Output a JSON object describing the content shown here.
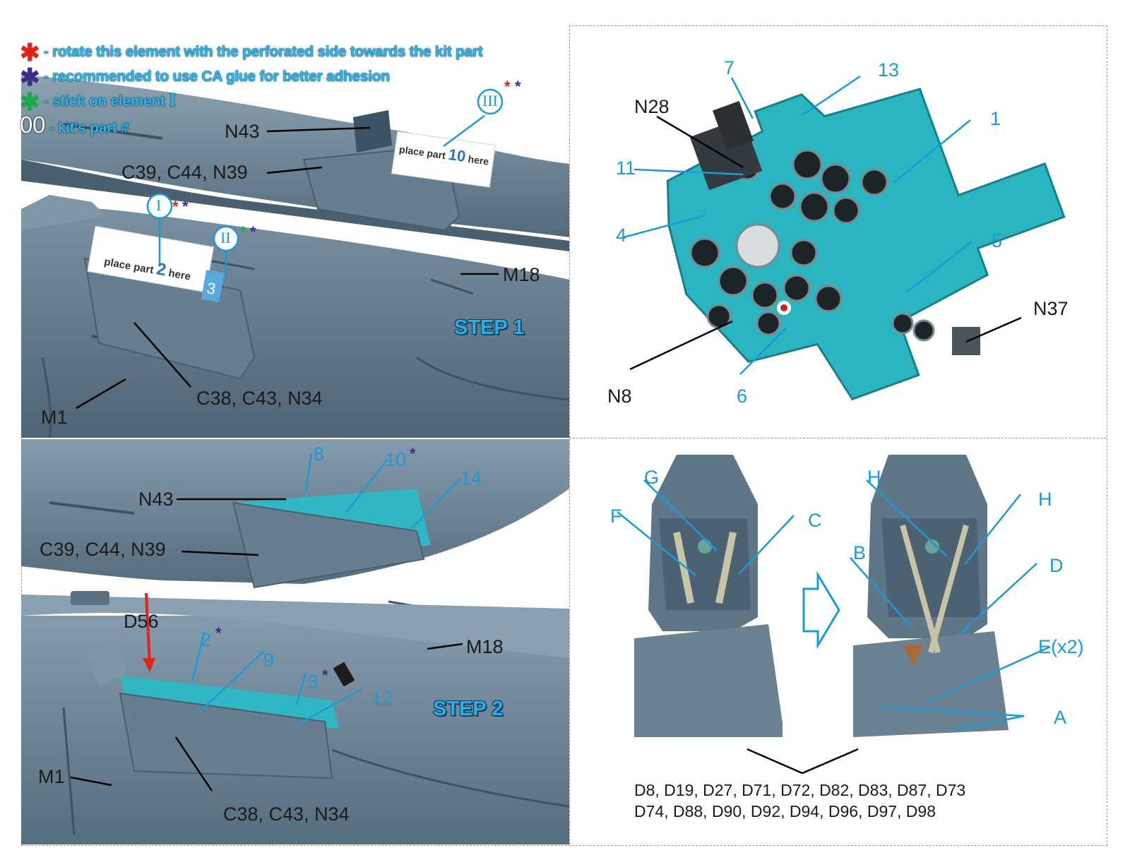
{
  "legend": {
    "rows": [
      {
        "star_color": "#e2231a",
        "text": "- rotate this element with the perforated side towards the kit part"
      },
      {
        "star_color": "#3a2d8f",
        "text": "- recommended to use CA glue for better adhesion"
      },
      {
        "star_color": "#1fa84a",
        "text": "- stick on element"
      },
      {
        "badge": "00",
        "text": "- kit's part #"
      }
    ],
    "stick_element": "I"
  },
  "step1": {
    "title": "STEP 1",
    "labels": {
      "n43": "N43",
      "c39": "C39, C44, N39",
      "m18": "M18",
      "m1": "M1",
      "c38": "C38, C43, N34"
    },
    "markers": {
      "i": "I",
      "ii": "II",
      "iii": "III"
    },
    "notes": {
      "part10": "place part",
      "part10_num": "10",
      "part10_tail": "here",
      "part2": "place part",
      "part2_num": "2",
      "part2_tail": "here",
      "part3_num": "3"
    }
  },
  "panel_tr": {
    "labels": {
      "n28": "N28",
      "n37": "N37",
      "n8": "N8",
      "l7": "7",
      "l13": "13",
      "l1": "1",
      "l11": "11",
      "l4": "4",
      "l5": "5",
      "l6": "6"
    }
  },
  "step2": {
    "title": "STEP 2",
    "labels": {
      "n43": "N43",
      "c39": "C39, C44, N39",
      "m18": "M18",
      "m1": "M1",
      "c38": "C38, C43, N34",
      "d56": "D56",
      "l8": "8",
      "l10": "10",
      "l14": "14",
      "l2": "2",
      "l9": "9",
      "l3": "3",
      "l12": "12"
    }
  },
  "seat": {
    "labels": {
      "g": "G",
      "f": "F",
      "c": "C",
      "h1": "H",
      "h2": "H",
      "b": "B",
      "d": "D",
      "e": "E(x2)",
      "a": "A"
    },
    "parts_line1": "D8, D19, D27, D71, D72, D82, D83, D87, D73",
    "parts_line2": "D74, D88, D90, D92, D94, D96, D97, D98"
  },
  "colors": {
    "blue_label": "#1b9ad6",
    "kit_grey": "#5f7687",
    "kit_grey_light": "#7e95a5",
    "panel_cyan": "#2ab3bf",
    "red_star": "#e2231a",
    "purple_star": "#3a2d8f",
    "green_star": "#1fa84a"
  }
}
